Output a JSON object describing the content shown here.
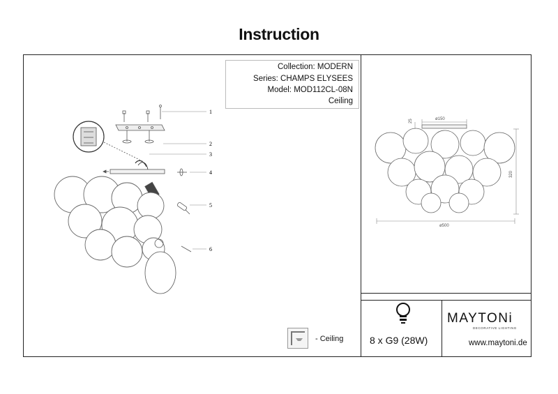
{
  "title": "Instruction",
  "info": {
    "collection": "Collection: MODERN",
    "series": "Series: CHAMPS ELYSEES",
    "model": "Model: MOD112CL-08N",
    "type": "Ceiling"
  },
  "part_numbers": [
    "1",
    "2",
    "3",
    "4",
    "5",
    "6"
  ],
  "dimensions": {
    "top_width": "ø150",
    "top_height": "25",
    "height": "320",
    "width": "ø500"
  },
  "mounting": {
    "label": "- Ceiling",
    "icon": "ceiling-mount-icon"
  },
  "lamp": {
    "spec": "8 x G9   (28W)",
    "icon": "light-bulb-icon"
  },
  "brand": {
    "name": "MAYTONi",
    "tagline": "DECORATIVE LIGHTING",
    "website": "www.maytoni.de"
  }
}
